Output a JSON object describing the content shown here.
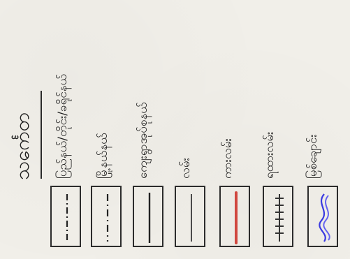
{
  "legend": {
    "header": {
      "title": "သင်္ကေတ",
      "line_color": "#2a2a2a"
    },
    "items": [
      {
        "label": "ပြည်နယ်/တိုင်း/ခရိုင်နယ်",
        "line": "dash-dot",
        "line_color": "#222222"
      },
      {
        "label": "မြို့နယ်နယ်",
        "line": "dash-dot",
        "line_color": "#222222"
      },
      {
        "label": "ကျေးရွာအုပ်စုနယ်",
        "line": "solid",
        "line_color": "#222222"
      },
      {
        "label": "လမ်း",
        "line": "solid-thin",
        "line_color": "#222222"
      },
      {
        "label": "ကားလမ်း",
        "line": "solid-thick",
        "line_color": "#d0473f"
      },
      {
        "label": "ရထားလမ်း",
        "line": "railway",
        "line_color": "#333333"
      },
      {
        "label": "မြစ်ချောင်း",
        "line": "river",
        "line_color": "#3a3ae0"
      }
    ]
  }
}
